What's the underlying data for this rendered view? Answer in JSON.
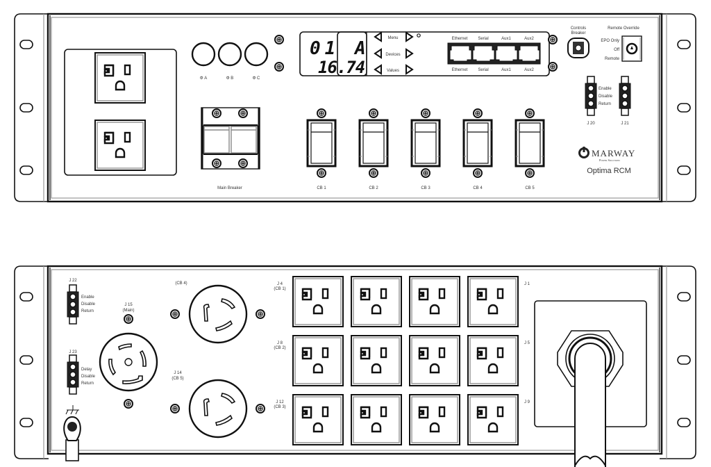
{
  "front_panel": {
    "display": {
      "line1": "01 A",
      "line2": "16.74"
    },
    "nav_buttons": [
      "Menu",
      "Devices",
      "Values"
    ],
    "ports_top": [
      "Ethernet",
      "Serial",
      "Aux1",
      "Aux2"
    ],
    "ports_bottom": [
      "Ethernet",
      "Serial",
      "Aux1",
      "Aux2"
    ],
    "phase_lights": [
      "Φ A",
      "Φ B",
      "Φ C"
    ],
    "main_breaker_label": "Main Breaker",
    "breakers": [
      "CB 1",
      "CB 2",
      "CB 3",
      "CB 4",
      "CB 5"
    ],
    "controls_breaker": {
      "line1": "Controls",
      "line2": "Breaker"
    },
    "remote_override": {
      "title": "Remote Override",
      "options": [
        "EPO Only",
        "Off",
        "Remote"
      ]
    },
    "connectors": [
      {
        "id": "J 20"
      },
      {
        "id": "J 21"
      }
    ],
    "connector_pins": [
      "Enable",
      "Disable",
      "Return"
    ],
    "brand": {
      "name": "MARWAY",
      "tagline": "Power Solutions",
      "model": "Optima RCM"
    }
  },
  "rear_panel": {
    "j22": {
      "id": "J 22",
      "pins": [
        "Enable",
        "Disable",
        "Return"
      ]
    },
    "j23": {
      "id": "J 23",
      "pins": [
        "Delay",
        "Disable",
        "Return"
      ]
    },
    "main_inlet": {
      "line1": "J 15",
      "line2": "(Main)"
    },
    "twistlock_cb4": {
      "line1": "(CB 4)"
    },
    "twistlock_cb5": {
      "line1": "J 14",
      "line2": "(CB 5)"
    },
    "outlet_rows": [
      {
        "line1": "J 4",
        "line2": "(CB 1)",
        "right": "J 1"
      },
      {
        "line1": "J 8",
        "line2": "(CB 2)",
        "right": "J 5"
      },
      {
        "line1": "J 12",
        "line2": "(CB 3)",
        "right": "J 9"
      }
    ],
    "ground_symbol": "ground-icon"
  }
}
